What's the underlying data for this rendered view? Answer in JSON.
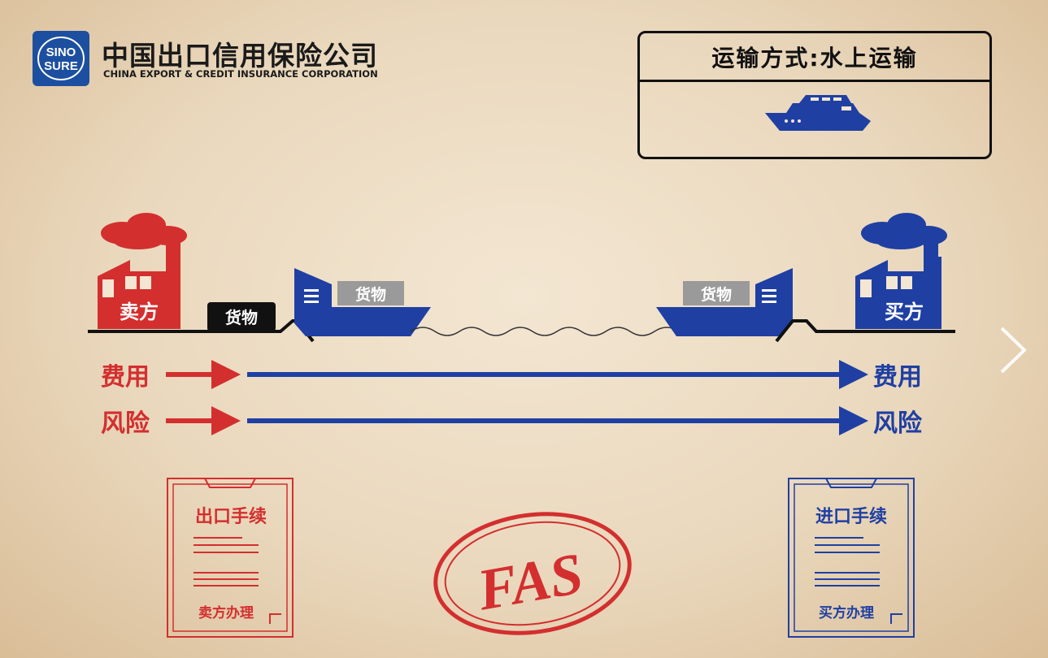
{
  "company": {
    "logo_text": "SINO SURE",
    "name_cn": "中国出口信用保险公司",
    "name_en": "CHINA EXPORT & CREDIT INSURANCE CORPORATION"
  },
  "transport": {
    "title": "运输方式:水上运输",
    "icon": "ship-icon"
  },
  "parties": {
    "seller": "卖方",
    "buyer": "买方"
  },
  "goods_label": "货物",
  "flows": {
    "cost": "费用",
    "risk": "风险"
  },
  "documents": {
    "export": {
      "title": "出口手续",
      "handler": "卖方办理"
    },
    "import": {
      "title": "进口手续",
      "handler": "买方办理"
    }
  },
  "term": "FAS",
  "colors": {
    "seller": "#d32f2f",
    "buyer": "#1f3fa3",
    "dark": "#111111",
    "goods_gray": "#9a9a9a"
  },
  "navigation": {
    "next_icon": "chevron-right-icon"
  }
}
